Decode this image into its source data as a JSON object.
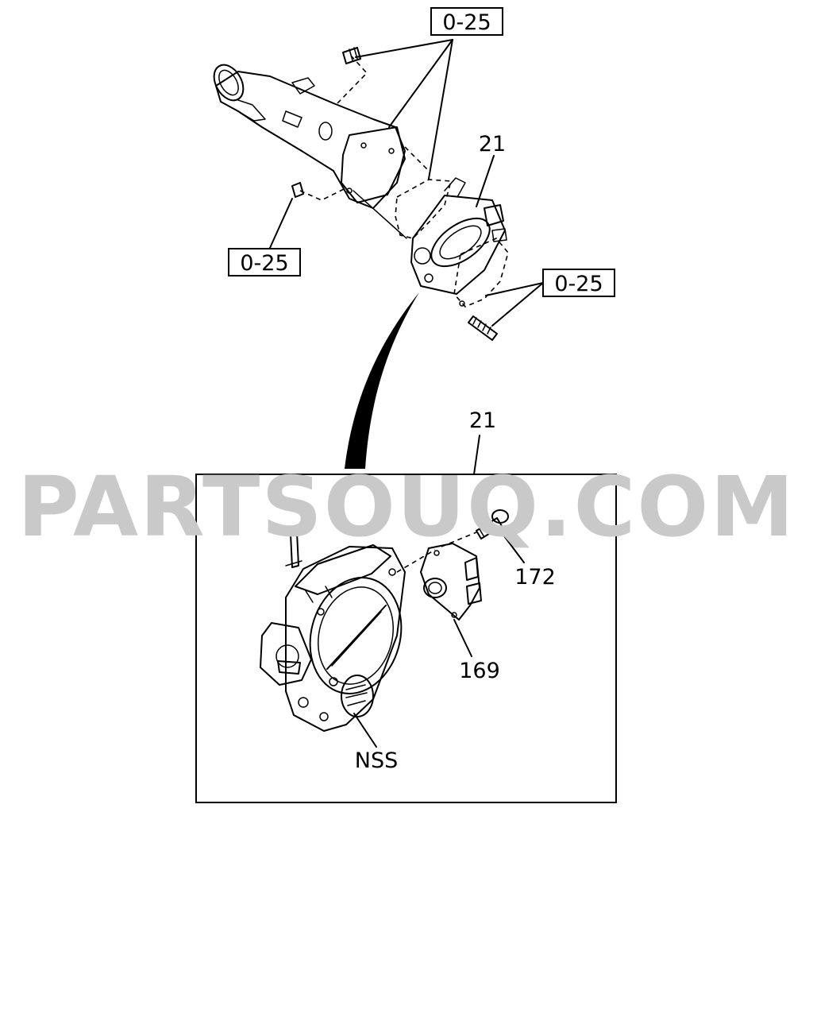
{
  "labels": {
    "ref_top": "0-25",
    "ref_left": "0-25",
    "ref_right": "0-25",
    "part_assy_top": "21",
    "part_assy_bottom": "21",
    "part_172": "172",
    "part_169": "169",
    "part_nss": "NSS"
  },
  "watermark": "PARTSOUQ.COM"
}
